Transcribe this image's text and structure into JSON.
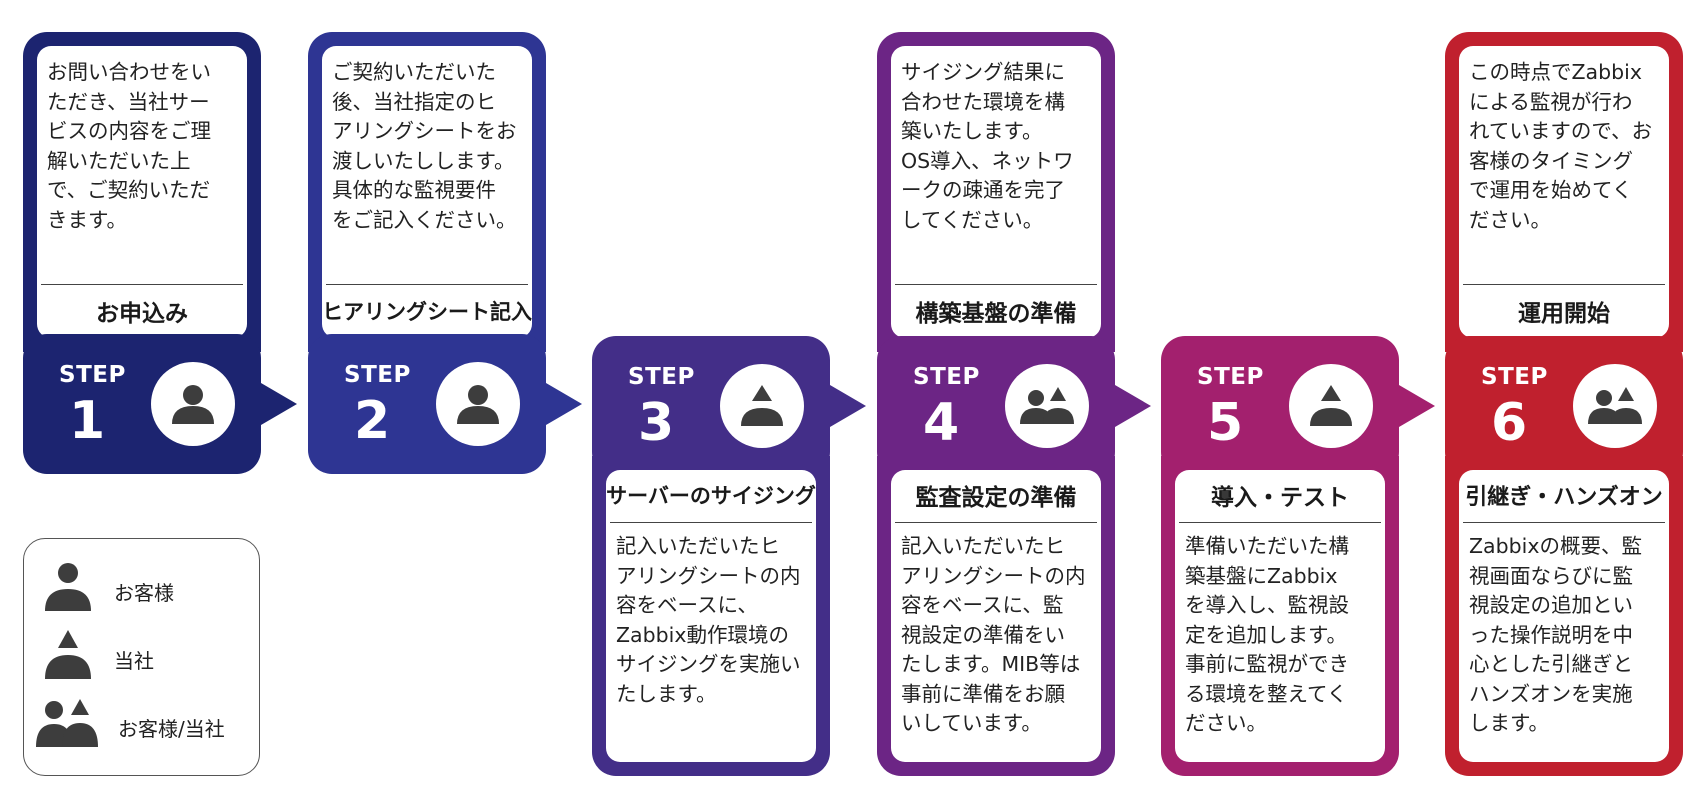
{
  "steps": [
    {
      "label": "STEP",
      "number": "1",
      "title": "お申込み",
      "actor": "customer",
      "description": [
        "お問い合わせをい",
        "ただき、当社サー",
        "ビスの内容をご理",
        "解いただいた上",
        "で、ご契約いただ",
        "きます。"
      ],
      "color": "#1c2470"
    },
    {
      "label": "STEP",
      "number": "2",
      "title": "ヒアリングシート記入",
      "actor": "customer",
      "description": [
        "ご契約いただいた",
        "後、当社指定のヒ",
        "アリングシートをお",
        "渡しいたしします。",
        "具体的な監視要件",
        "をご記入ください。"
      ],
      "color": "#2e3593"
    },
    {
      "label": "STEP",
      "number": "3",
      "title": "サーバーのサイジング",
      "actor": "company",
      "description": [
        "記入いただいたヒ",
        "アリングシートの内",
        "容をベースに、",
        "Zabbix動作環境の",
        "サイジングを実施い",
        "たします。"
      ],
      "color": "#432e88"
    },
    {
      "label": "STEP",
      "number": "4",
      "title_top": "構築基盤の準備",
      "title": "監査設定の準備",
      "actor": "both",
      "description_top": [
        "サイジング結果に",
        "合わせた環境を構",
        "築いたします。",
        "OS導入、ネットワ",
        "ークの疎通を完了",
        "してください。"
      ],
      "description": [
        "記入いただいたヒ",
        "アリングシートの内",
        "容をベースに、監",
        "視設定の準備をい",
        "たします。MIB等は",
        "事前に準備をお願",
        "いしています。"
      ],
      "color": "#6c2585"
    },
    {
      "label": "STEP",
      "number": "5",
      "title": "導入・テスト",
      "actor": "company",
      "description": [
        "準備いただいた構",
        "築基盤にZabbix",
        "を導入し、監視設",
        "定を追加します。",
        "事前に監視ができ",
        "る環境を整えてく",
        "ださい。"
      ],
      "color": "#a3206e"
    },
    {
      "label": "STEP",
      "number": "6",
      "title": "運用開始",
      "title2": "引継ぎ・ハンズオン",
      "actor": "both",
      "description_top": [
        "この時点でZabbix",
        "による監視が行わ",
        "れていますので、お",
        "客様のタイミング",
        "で運用を始めてく",
        "ださい。"
      ],
      "description": [
        "Zabbixの概要、監",
        "視画面ならびに監",
        "視設定の追加とい",
        "った操作説明を中",
        "心とした引継ぎと",
        "ハンズオンを実施",
        "します。"
      ],
      "color": "#c0202e"
    }
  ],
  "legend": [
    {
      "icon": "customer-icon",
      "label": "お客様"
    },
    {
      "icon": "company-icon",
      "label": "当社"
    },
    {
      "icon": "customer-company-icon",
      "label": "お客様/当社"
    }
  ],
  "icon_color": "#3d3d3d"
}
